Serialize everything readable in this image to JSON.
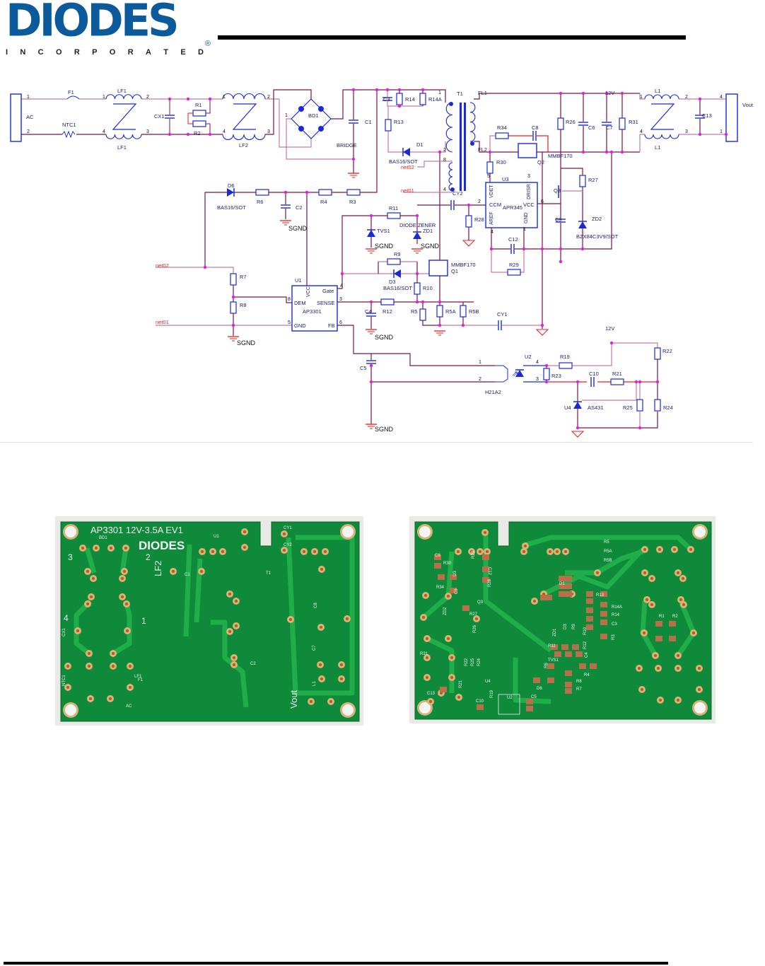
{
  "header": {
    "logo_text": "DIODES",
    "logo_sub": [
      "I",
      "N",
      "C",
      "O",
      "R",
      "P",
      "O",
      "R",
      "A",
      "T",
      "E",
      "D"
    ],
    "logo_reg": "®"
  },
  "colors": {
    "brand": "#0a5a9c",
    "wire_dark": "#7a1448",
    "wire_light": "#c77aa0",
    "component": "#1a2ad8",
    "junction": "#e020e0",
    "net_label": "#e02020",
    "pcb_green": "#0f8a3a"
  },
  "schematic": {
    "labels": {
      "AC": "AC",
      "F1": "F1",
      "LF1_top": "LF1",
      "LF1_bot": "LF1",
      "NTC1": "NTC1",
      "CX1": "CX1",
      "R1": "R1",
      "R2": "R2",
      "LF2": "LF2",
      "BD1": "BD1",
      "BRIDGE": "BRIDGE",
      "C1": "C1",
      "C3": "C3",
      "R14": "R14",
      "R14A": "R14A",
      "R13": "R13",
      "D1": "D1",
      "D1_part": "BAS16/SOT",
      "net02_a": "net02",
      "T1": "T1",
      "FL1": "FL1",
      "FL2": "FL2",
      "R34": "R34",
      "C8": "C8",
      "Q2_part": "MMBF170",
      "Q2": "Q2",
      "R30": "R30",
      "U3": "U3",
      "U3_VDET": "VDET",
      "U3_DRISR": "DRISR",
      "U3_CCM": "CCM",
      "U3_part": "APR345",
      "U3_VCC": "VCC",
      "U3_AREF": "AREF",
      "U3_GND": "GND",
      "R26_top": "R26",
      "C6": "C6",
      "C7": "C7",
      "V12_a": "12V",
      "R31": "R31",
      "L1_top": "L1",
      "L1_bot": "L1",
      "C13": "C13",
      "Vout": "Vout",
      "Q3": "Q3",
      "R27": "R27",
      "ZD2": "ZD2",
      "ZD2_part": "BZX84C3V9/SOT",
      "C9": "C9",
      "C12": "C12",
      "R29": "R29",
      "R28": "R28",
      "CY2": "CY2",
      "net01_a": "net01",
      "D6": "D6",
      "D6_part": "BAS16/SOT",
      "R6": "R6",
      "C2": "C2",
      "SGND_1": "SGND",
      "R4": "R4",
      "R3": "R3",
      "net02_b": "net02",
      "R7": "R7",
      "R8": "R8",
      "net01_b": "net01",
      "SGND_2": "SGND",
      "U1": "U1",
      "U1_VCC": "VCC",
      "U1_Gate": "Gate",
      "U1_DEM": "DEM",
      "U1_SENSE": "SENSE",
      "U1_part": "AP3301",
      "U1_GND": "GND",
      "U1_FB": "FB",
      "R11": "R11",
      "TVS1": "TVS1",
      "ZD1_part": "DIODE ZENER",
      "ZD1": "ZD1",
      "SGND_3": "SGND",
      "SGND_4": "SGND",
      "R9": "R9",
      "Q1_part": "MMBF170",
      "Q1": "Q1",
      "D3": "D3",
      "D3_part": "BAS16/SOT",
      "R10": "R10",
      "C4": "C4",
      "R12": "R12",
      "SGND_5": "SGND",
      "R5": "R5",
      "R5A": "R5A",
      "R5B": "R5B",
      "CY1": "CY1",
      "C5": "C5",
      "H21A2": "H21A2",
      "U2": "U2",
      "R19": "R19",
      "R23": "R23",
      "C10": "C10",
      "R21": "R21",
      "V12_b": "12V",
      "R22": "R22",
      "U4": "U4",
      "AS431": "AS431",
      "R25": "R25",
      "R24": "R24",
      "SGND_6": "SGND"
    },
    "pins": [
      "1",
      "2",
      "1",
      "2",
      "4",
      "3",
      "1",
      "2",
      "4",
      "3",
      "1",
      "4",
      "1",
      "1",
      "2",
      "4",
      "3",
      "1",
      "2",
      "8",
      "4",
      "5",
      "3",
      "2",
      "6",
      "4",
      "1",
      "8",
      "3",
      "5",
      "6",
      "4",
      "1",
      "2",
      "4",
      "3",
      "1",
      "2"
    ]
  },
  "pcb_top": {
    "silkscreen": [
      "AP3301 12V-3.5A EV1",
      "DIODES",
      "LF2",
      "T1",
      "C8",
      "C7",
      "C2",
      "CX1",
      "LF1",
      "NTC1",
      "F1",
      "AC",
      "Vout",
      "L1",
      "C1",
      "U1",
      "CY1",
      "CY2",
      "BD1",
      "3",
      "2",
      "4",
      "1"
    ]
  },
  "pcb_bottom": {
    "silkscreen": [
      "C8",
      "R30",
      "R29",
      "C12",
      "U3",
      "R28",
      "R34",
      "C9",
      "Q3",
      "ZD2",
      "R27",
      "R26",
      "R31",
      "R22",
      "R25",
      "R24",
      "R21",
      "U4",
      "R19",
      "C13",
      "C10",
      "U2",
      "C5",
      "R5",
      "R5A",
      "R5B",
      "D1",
      "R13",
      "R14A",
      "R14",
      "C3",
      "R3",
      "ZD1",
      "D3",
      "R9",
      "R10",
      "R11",
      "R12",
      "C4",
      "TVS1",
      "R6",
      "R4",
      "D6",
      "R8",
      "R7",
      "R1",
      "R2"
    ]
  }
}
